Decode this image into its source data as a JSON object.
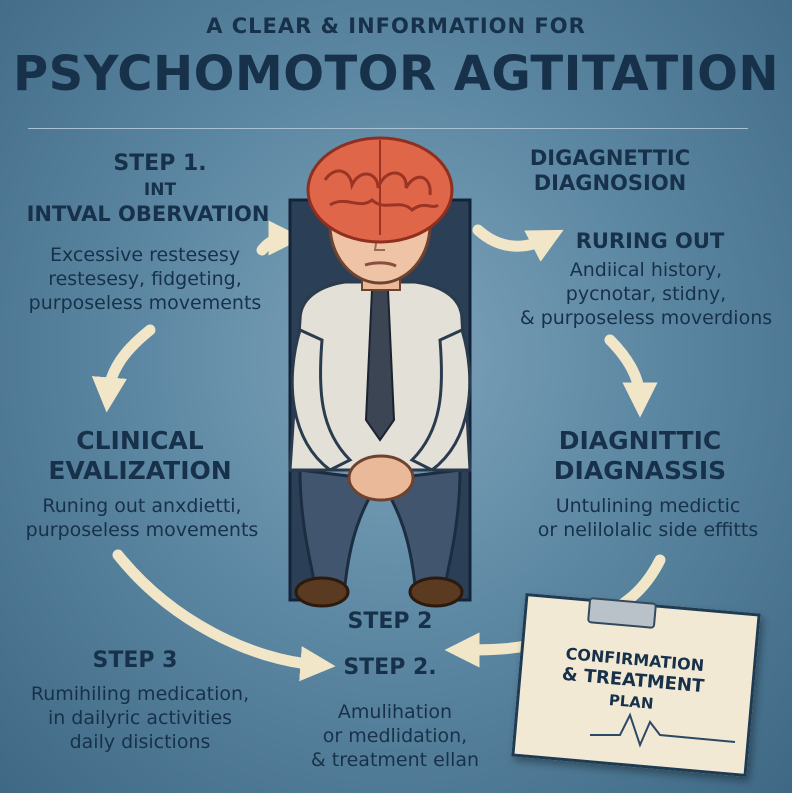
{
  "header": {
    "subtitle": "A CLEAR & INFORMATION FOR",
    "title": "PSYCHOMOTOR AGTITATION"
  },
  "steps": {
    "step1": {
      "label": "STEP 1.",
      "sublabel": "INT",
      "heading": "INTVAL OBERVATION",
      "lines": [
        "Excessive restesesy",
        "restesesy, fidgeting,",
        "purposeless movements"
      ]
    },
    "diagnostic_top": {
      "label": "DIGAGNETTIC",
      "heading": "DIAGNOSION",
      "subheading": "RURING OUT",
      "lines": [
        "Andiical history,",
        "pycnotar, stidny,",
        "& purposeless moverdions"
      ]
    },
    "clinical": {
      "heading_line1": "CLINICAL",
      "heading_line2": "EVALIZATION",
      "lines": [
        "Runing out anxdietti,",
        "purposeless movements"
      ]
    },
    "diagnostic_mid": {
      "heading_line1": "DIAGNITTIC",
      "heading_line2": "DIAGNASSIS",
      "lines": [
        "Untulining medictic",
        "or nelilolalic side effitts"
      ]
    },
    "step2_upper": {
      "label": "STEP 2"
    },
    "step2_lower": {
      "label": "STEP 2.",
      "lines": [
        "Amulihation",
        "or medlidation,",
        "& treatment ellan"
      ]
    },
    "step3": {
      "label": "STEP 3",
      "lines": [
        "Rumihiling medication,",
        "in dailyric activities",
        "daily disictions"
      ]
    },
    "plan": {
      "lines": [
        "CONFIRMATION",
        "& TREATMENT",
        "PLAN"
      ]
    }
  },
  "colors": {
    "background": "#5d88a3",
    "text_dark": "#17314a",
    "text_light": "#f3e7cf",
    "arrow": "#f2e6c9",
    "brain": "#e0664a"
  }
}
